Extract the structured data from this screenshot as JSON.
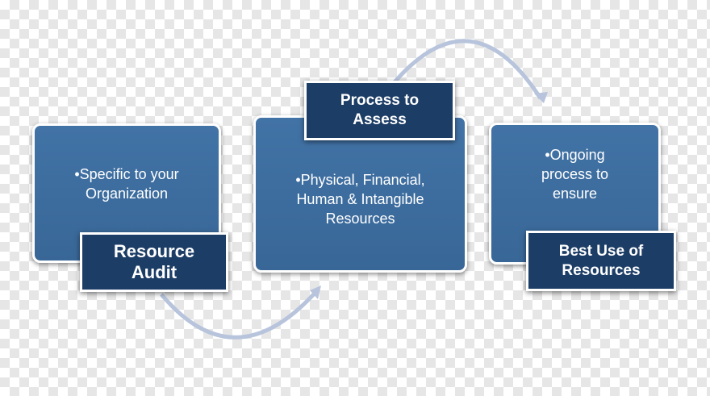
{
  "steps": [
    {
      "label": "Resource Audit",
      "description": "•Specific to your Organization"
    },
    {
      "label": "Process to Assess",
      "description": "•Physical, Financial, Human & Intangible Resources"
    },
    {
      "label": "Best Use of Resources",
      "description": "•Ongoing process to ensure"
    }
  ],
  "colors": {
    "box": "#3d6d9f",
    "label": "#1c3d66",
    "arrow": "#b7c4dc"
  }
}
